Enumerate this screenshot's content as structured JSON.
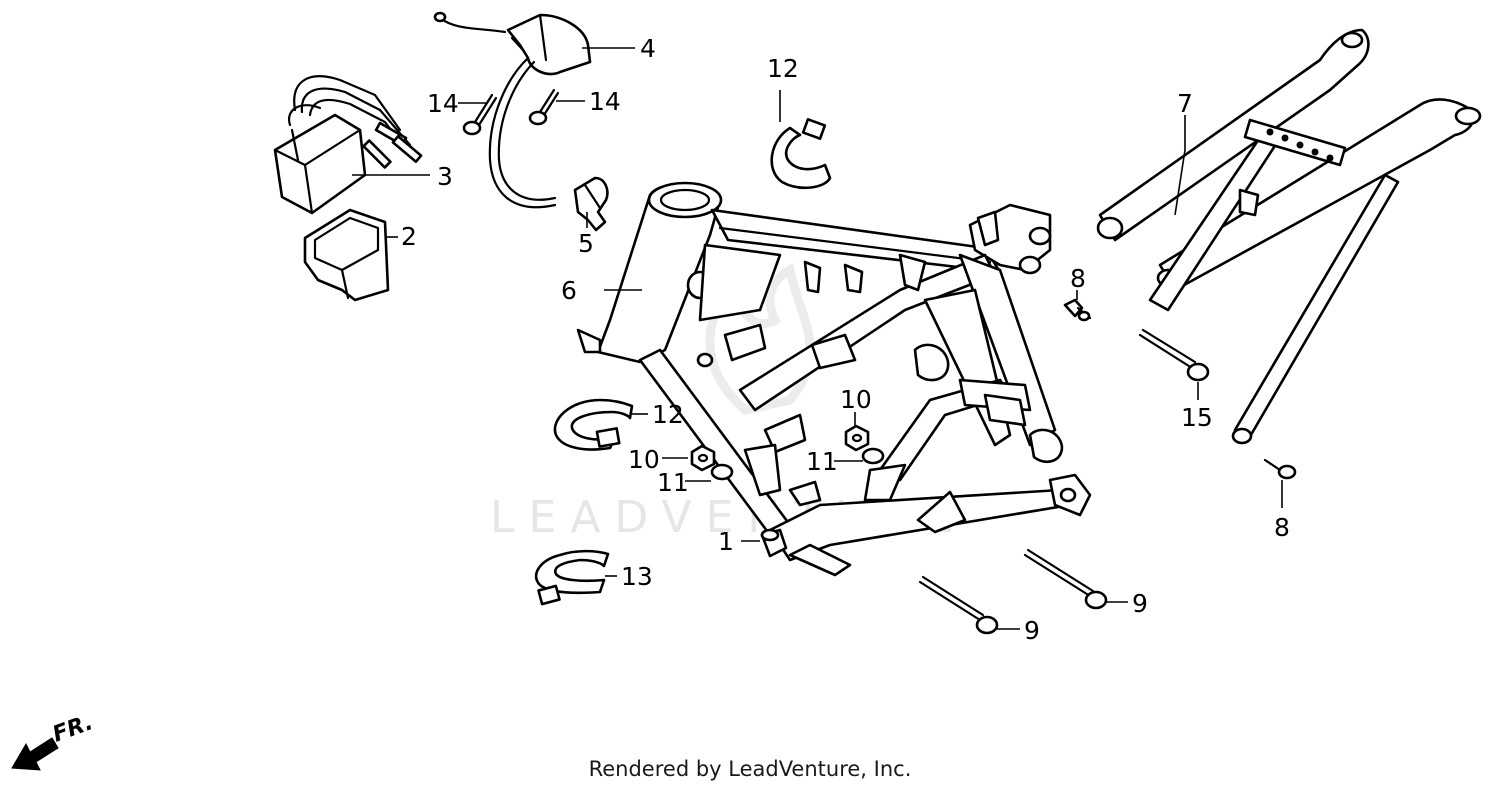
{
  "watermark": {
    "text": "LEADVENTURE"
  },
  "direction_marker": {
    "text": "FR.",
    "icon": "front-arrow-icon"
  },
  "footer": {
    "text": "Rendered by LeadVenture, Inc."
  },
  "callouts": {
    "c1": "1",
    "c2": "2",
    "c3": "3",
    "c4": "4",
    "c5": "5",
    "c6": "6",
    "c7": "7",
    "c8a": "8",
    "c8b": "8",
    "c9a": "9",
    "c9b": "9",
    "c10a": "10",
    "c10b": "10",
    "c11a": "11",
    "c11b": "11",
    "c12a": "12",
    "c12b": "12",
    "c13": "13",
    "c14a": "14",
    "c14b": "14",
    "c15": "15"
  },
  "colors": {
    "line": "#000000",
    "watermark": "#e6e6e6",
    "background": "#ffffff"
  }
}
